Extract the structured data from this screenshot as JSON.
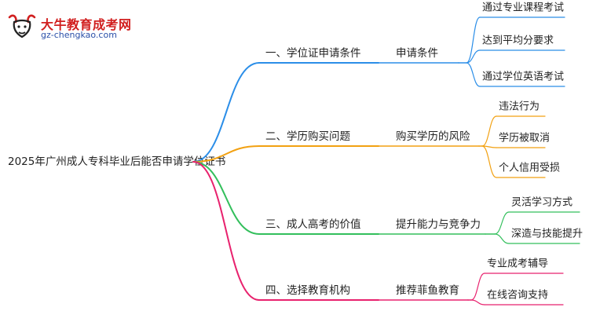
{
  "brand": {
    "name": "大牛教育成考网",
    "url": "gz-chengkao.com"
  },
  "mindmap": {
    "root": "2025年广州成人专科毕业后能否申请学位证书",
    "branches": [
      {
        "label": "一、学位证申请条件",
        "middle": "申请条件",
        "color": "#2b8ee8",
        "leaves": [
          "通过专业课程考试",
          "达到平均分要求",
          "通过学位英语考试"
        ]
      },
      {
        "label": "二、学历购买问题",
        "middle": "购买学历的风险",
        "color": "#f2a112",
        "leaves": [
          "违法行为",
          "学历被取消",
          "个人信用受损"
        ]
      },
      {
        "label": "三、成人高考的价值",
        "middle": "提升能力与竞争力",
        "color": "#33bf5c",
        "leaves": [
          "灵活学习方式",
          "深造与技能提升"
        ]
      },
      {
        "label": "四、选择教育机构",
        "middle": "推荐菲鱼教育",
        "color": "#e8226e",
        "leaves": [
          "专业成考辅导",
          "在线咨询支持"
        ]
      }
    ]
  }
}
